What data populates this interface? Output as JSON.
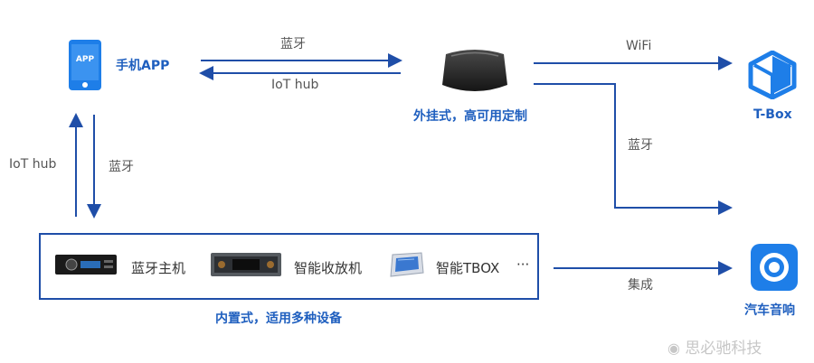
{
  "nodes": {
    "phone_app": {
      "icon_text": "APP",
      "label": "手机APP"
    },
    "external_dongle": {
      "label": "外挂式，高可用定制"
    },
    "tbox": {
      "label": "T-Box"
    },
    "car_audio": {
      "label": "汽车音响"
    }
  },
  "embedded": {
    "caption": "内置式，适用多种设备",
    "devices": [
      {
        "label": "蓝牙主机"
      },
      {
        "label": "智能收放机"
      },
      {
        "label": "智能TBOX"
      }
    ],
    "ellipsis": "···"
  },
  "edges": {
    "app_to_dongle": "蓝牙",
    "dongle_to_app": "IoT hub",
    "vertical_up": "IoT hub",
    "vertical_down": "蓝牙",
    "dongle_wifi": "WiFi",
    "dongle_bt": "蓝牙",
    "embedded_to_audio": "集成"
  },
  "watermark": "思必驰科技",
  "colors": {
    "accent": "#1f5fbf",
    "arrow": "#1f4ea8",
    "icon_blue": "#1e7ee8"
  }
}
